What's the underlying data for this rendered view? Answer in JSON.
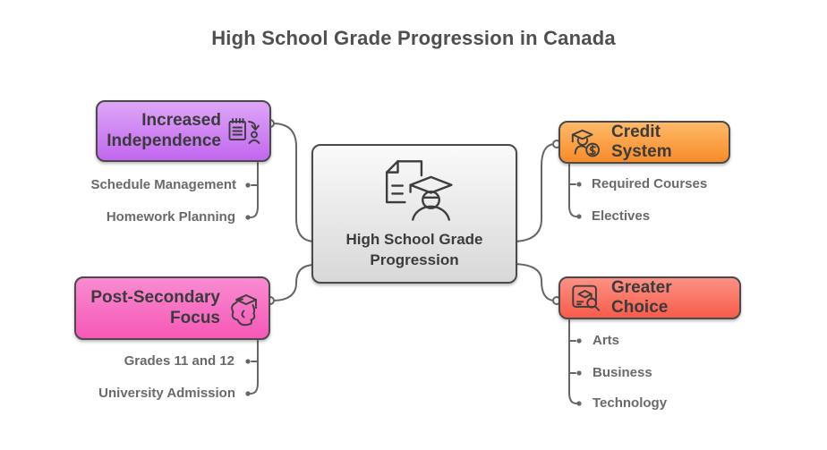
{
  "title": "High School Grade Progression in Canada",
  "center": {
    "label": "High School Grade Progression",
    "icon": "document-graduate-icon",
    "gradient": [
      "#fafafa",
      "#d8d8d8"
    ]
  },
  "branches": [
    {
      "label": "Increased Independence",
      "icon": "clipboard-person-icon",
      "gradient": [
        "#dda6f7",
        "#c267ef"
      ],
      "children": [
        "Schedule Management",
        "Homework Planning"
      ]
    },
    {
      "label": "Post-Secondary Focus",
      "icon": "graduate-head-icon",
      "gradient": [
        "#f98bd1",
        "#f558b6"
      ],
      "children": [
        "Grades 11 and 12",
        "University Admission"
      ]
    },
    {
      "label": "Credit System",
      "icon": "graduate-dollar-icon",
      "gradient": [
        "#fdb969",
        "#f88b29"
      ],
      "children": [
        "Required Courses",
        "Electives"
      ]
    },
    {
      "label": "Greater Choice",
      "icon": "certificate-search-icon",
      "gradient": [
        "#fc9185",
        "#f75c4a"
      ],
      "children": [
        "Arts",
        "Business",
        "Technology"
      ]
    }
  ],
  "colors": {
    "background": "#ffffff",
    "title_text": "#4f4f4f",
    "node_text": "#3b3b3b",
    "subtopic_text": "#6a6a6a",
    "line": "#666666",
    "node_border": "#4a4a4a",
    "icon_stroke": "#3d3d3d"
  }
}
